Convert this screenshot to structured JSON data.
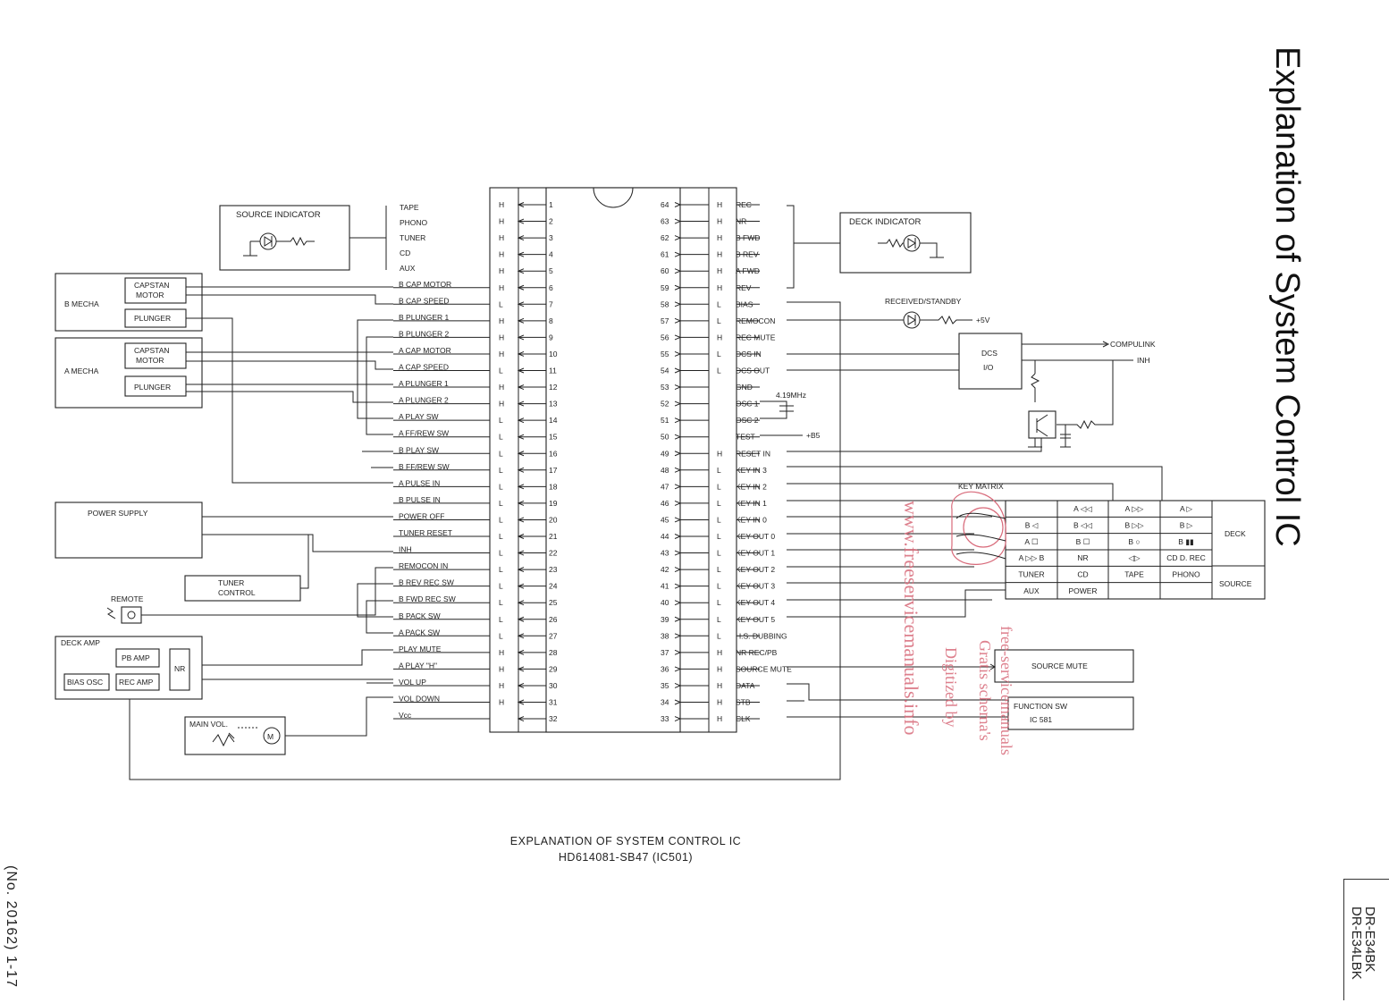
{
  "title": "Explanation of System Control IC",
  "model": "DR-E34BK\nDR-E34LBK",
  "page_ref": "(No. 20162) 1-17",
  "caption": {
    "line1": "EXPLANATION OF SYSTEM CONTROL IC",
    "line2": "HD614081-SB47 (IC501)"
  },
  "watermarks": [
    "www.freeservicemanuals.info",
    "free-servicemanuals",
    "Gratis schema's",
    "Digitized by"
  ],
  "ic": {
    "left": [
      {
        "n": "1",
        "lv": "H",
        "sig": "TAPE"
      },
      {
        "n": "2",
        "lv": "H",
        "sig": "PHONO"
      },
      {
        "n": "3",
        "lv": "H",
        "sig": "TUNER"
      },
      {
        "n": "4",
        "lv": "H",
        "sig": "CD"
      },
      {
        "n": "5",
        "lv": "H",
        "sig": "AUX"
      },
      {
        "n": "6",
        "lv": "H",
        "sig": "B CAP MOTOR"
      },
      {
        "n": "7",
        "lv": "L",
        "sig": "B CAP SPEED"
      },
      {
        "n": "8",
        "lv": "H",
        "sig": "B PLUNGER 1"
      },
      {
        "n": "9",
        "lv": "H",
        "sig": "B PLUNGER 2"
      },
      {
        "n": "10",
        "lv": "H",
        "sig": "A CAP MOTOR"
      },
      {
        "n": "11",
        "lv": "L",
        "sig": "A CAP SPEED"
      },
      {
        "n": "12",
        "lv": "H",
        "sig": "A PLUNGER 1"
      },
      {
        "n": "13",
        "lv": "H",
        "sig": "A PLUNGER 2"
      },
      {
        "n": "14",
        "lv": "L",
        "sig": "A PLAY SW"
      },
      {
        "n": "15",
        "lv": "L",
        "sig": "A FF/REW SW"
      },
      {
        "n": "16",
        "lv": "L",
        "sig": "B PLAY SW"
      },
      {
        "n": "17",
        "lv": "L",
        "sig": "B FF/REW SW"
      },
      {
        "n": "18",
        "lv": "L",
        "sig": "A PULSE IN"
      },
      {
        "n": "19",
        "lv": "L",
        "sig": "B PULSE IN"
      },
      {
        "n": "20",
        "lv": "L",
        "sig": "POWER OFF"
      },
      {
        "n": "21",
        "lv": "L",
        "sig": "TUNER RESET"
      },
      {
        "n": "22",
        "lv": "L",
        "sig": "INH"
      },
      {
        "n": "23",
        "lv": "L",
        "sig": "REMOCON IN"
      },
      {
        "n": "24",
        "lv": "L",
        "sig": "B REV REC SW"
      },
      {
        "n": "25",
        "lv": "L",
        "sig": "B FWD REC SW"
      },
      {
        "n": "26",
        "lv": "L",
        "sig": "B PACK SW"
      },
      {
        "n": "27",
        "lv": "L",
        "sig": "A PACK SW"
      },
      {
        "n": "28",
        "lv": "H",
        "sig": "PLAY MUTE"
      },
      {
        "n": "29",
        "lv": "H",
        "sig": "A PLAY \"H\""
      },
      {
        "n": "30",
        "lv": "H",
        "sig": "VOL UP"
      },
      {
        "n": "31",
        "lv": "H",
        "sig": "VOL DOWN"
      },
      {
        "n": "32",
        "lv": "",
        "sig": "Vcc"
      }
    ],
    "right": [
      {
        "n": "64",
        "lv": "H",
        "sig": "REC"
      },
      {
        "n": "63",
        "lv": "H",
        "sig": "NR"
      },
      {
        "n": "62",
        "lv": "H",
        "sig": "B FWD"
      },
      {
        "n": "61",
        "lv": "H",
        "sig": "B REV"
      },
      {
        "n": "60",
        "lv": "H",
        "sig": "A FWD"
      },
      {
        "n": "59",
        "lv": "H",
        "sig": "REV"
      },
      {
        "n": "58",
        "lv": "L",
        "sig": "BIAS"
      },
      {
        "n": "57",
        "lv": "L",
        "sig": "REMOCON"
      },
      {
        "n": "56",
        "lv": "H",
        "sig": "REC MUTE"
      },
      {
        "n": "55",
        "lv": "L",
        "sig": "DCS IN"
      },
      {
        "n": "54",
        "lv": "L",
        "sig": "DCS OUT"
      },
      {
        "n": "53",
        "lv": "",
        "sig": "GND"
      },
      {
        "n": "52",
        "lv": "",
        "sig": "OSC 1"
      },
      {
        "n": "51",
        "lv": "",
        "sig": "OSC 2"
      },
      {
        "n": "50",
        "lv": "",
        "sig": "TEST"
      },
      {
        "n": "49",
        "lv": "H",
        "sig": "RESET IN"
      },
      {
        "n": "48",
        "lv": "L",
        "sig": "KEY IN 3"
      },
      {
        "n": "47",
        "lv": "L",
        "sig": "KEY IN 2"
      },
      {
        "n": "46",
        "lv": "L",
        "sig": "KEY IN 1"
      },
      {
        "n": "45",
        "lv": "L",
        "sig": "KEY IN 0"
      },
      {
        "n": "44",
        "lv": "L",
        "sig": "KEY OUT 0"
      },
      {
        "n": "43",
        "lv": "L",
        "sig": "KEY OUT 1"
      },
      {
        "n": "42",
        "lv": "L",
        "sig": "KEY OUT 2"
      },
      {
        "n": "41",
        "lv": "L",
        "sig": "KEY OUT 3"
      },
      {
        "n": "40",
        "lv": "L",
        "sig": "KEY OUT 4"
      },
      {
        "n": "39",
        "lv": "L",
        "sig": "KEY OUT 5"
      },
      {
        "n": "38",
        "lv": "L",
        "sig": "H.S. DUBBING"
      },
      {
        "n": "37",
        "lv": "H",
        "sig": "NR REC/PB"
      },
      {
        "n": "36",
        "lv": "H",
        "sig": "SOURCE MUTE"
      },
      {
        "n": "35",
        "lv": "H",
        "sig": "DATA"
      },
      {
        "n": "34",
        "lv": "H",
        "sig": "STB"
      },
      {
        "n": "33",
        "lv": "H",
        "sig": "CLK"
      }
    ],
    "osc_freq": "4.19MHz",
    "test_supply": "+B5"
  },
  "blocks": {
    "source_indicator": "SOURCE INDICATOR",
    "deck_indicator": "DECK INDICATOR",
    "b_mecha": "B MECHA",
    "a_mecha": "A MECHA",
    "capstan_motor": [
      "CAPSTAN",
      "MOTOR"
    ],
    "plunger": "PLUNGER",
    "power_supply": "POWER SUPPLY",
    "tuner_control": [
      "TUNER",
      "CONTROL"
    ],
    "remote": "REMOTE",
    "deck_amp": "DECK AMP",
    "pb_amp": "PB AMP",
    "bias_osc": "BIAS OSC",
    "rec_amp": "REC AMP",
    "nr": "NR",
    "main_vol": "MAIN VOL.",
    "received_standby": "RECEIVED/STANDBY",
    "plus5v": "+5V",
    "dcs": [
      "DCS",
      "I/O"
    ],
    "compulink": "COMPULINK",
    "inh": "INH",
    "key_matrix": "KEY MATRIX",
    "source_mute": "SOURCE MUTE",
    "function_sw": [
      "FUNCTION SW",
      "IC 581"
    ]
  },
  "key_matrix": {
    "rows": [
      [
        "",
        "A ◁◁",
        "A ▷▷",
        "A ▷"
      ],
      [
        "B ◁",
        "B ◁◁",
        "B ▷▷",
        "B ▷"
      ],
      [
        "A ☐",
        "B ☐",
        "B ○",
        "B ▮▮"
      ],
      [
        "A ▷▷ B",
        "NR",
        "◁▷",
        "CD D. REC"
      ],
      [
        "TUNER",
        "CD",
        "TAPE",
        "PHONO"
      ],
      [
        "AUX",
        "POWER",
        "",
        ""
      ]
    ],
    "side_labels": [
      "DECK",
      "SOURCE"
    ]
  }
}
